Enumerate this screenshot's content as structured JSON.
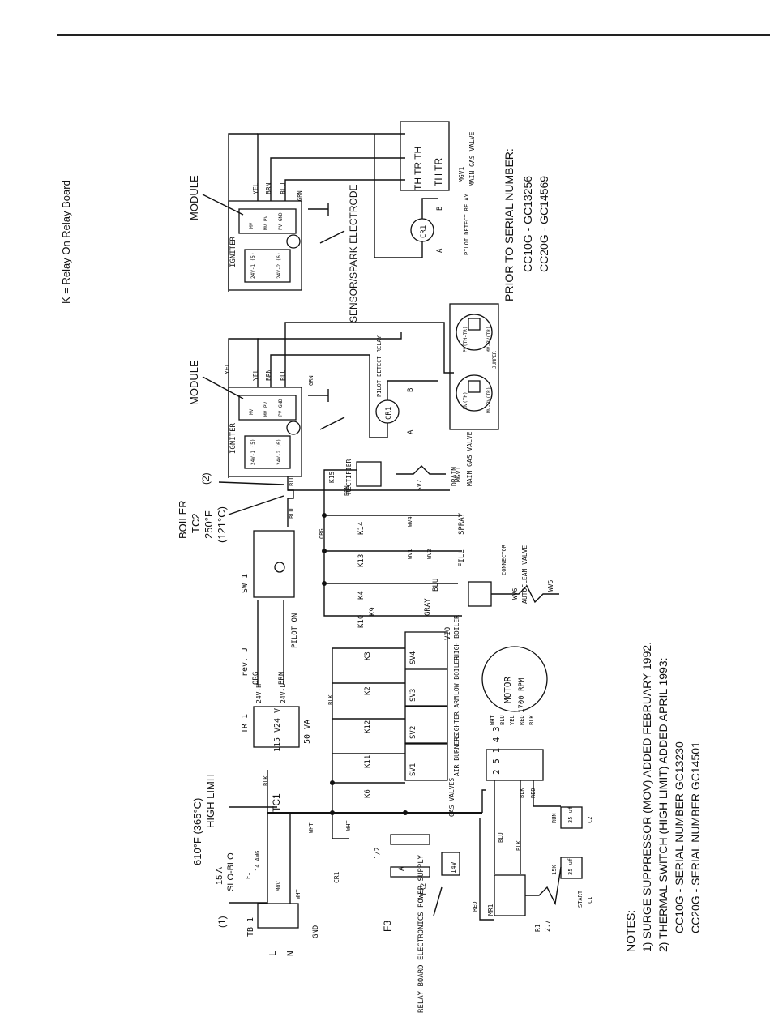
{
  "header": {
    "relay_note": "K = Relay On Relay Board"
  },
  "prior_block": {
    "title": "PRIOR TO SERIAL NUMBER:",
    "line1": "CC10G - GC13256",
    "line2": "CC20G - GC14569"
  },
  "notes": {
    "title": "NOTES:",
    "n1": "1) SURGE SUPPRESSOR (MOV) ADDED FEBRUARY 1992.",
    "n2": "2) THERMAL SWITCH (HIGH LIMIT) ADDED APRIL 1993:",
    "n3": "CC10G - SERIAL NUMBER GC13230",
    "n4": "CC20G - SERIAL NUMBER GC14501"
  },
  "labels": {
    "module": "MODULE",
    "igniter": "IGNITER",
    "yel": "YEL",
    "brn": "BRN",
    "blu": "BLU",
    "grn": "GRN",
    "blk": "BLK",
    "wht": "WHT",
    "red": "RED",
    "org": "ORG",
    "gray": "GRAY",
    "vio": "VIO",
    "mv": "MV",
    "mvpv": "MV PV",
    "pvgnd": "PV GND",
    "v24_1": "24V-1 (5)",
    "v24_2": "24V-2 (6)",
    "mgv1": "MGV1",
    "main_gas_valve": "MAIN GAS VALVE",
    "th": "TH",
    "tr": "TR",
    "th_tr_th": "TH TR TH",
    "th_tr": "TH TR",
    "cr1": "CR1",
    "a": "A",
    "b": "B",
    "pilot_detect_relay": "PILOT DETECT RELAY",
    "sensor_spark": "SENSOR/SPARK ELECTRODE",
    "pv_th_tr": "PV(TH-TR)",
    "mv_pv_tr": "MV-PV(TR)",
    "mv_th": "MV(TH)",
    "jumper": "JUMPER",
    "rectifier": "RECTIFIER",
    "drain": "DRAIN",
    "sv7": "SV7",
    "k15": "K15",
    "marker_2": "(2)",
    "boiler": "BOILER",
    "tc2": "TC2",
    "temp_f2": "250°F",
    "temp_c2": "(121°C)",
    "k14": "K14",
    "k13": "K13",
    "k4": "K4",
    "k10": "K10",
    "k9": "K9",
    "wv4": "WV4",
    "wv1": "WV1",
    "wv2": "WV2",
    "spray": "SPRAY",
    "fill": "FILL",
    "connector": "CONNECTOR",
    "wv6": "WV6",
    "autoclean_valve": "AUTOCLEAN VALVE",
    "wv5": "WV5",
    "sw1": "SW 1",
    "pilot_on": "PILOT ON",
    "rev_j": "rev. J",
    "tr1": "TR 1",
    "v24h": "24V-H",
    "v24l": "24V-L",
    "v24": "24 V",
    "v115": "115 V",
    "va50": "50 VA",
    "k3": "K3",
    "k2": "K2",
    "k12": "K12",
    "k11": "K11",
    "k6": "K6",
    "sv4": "SV4",
    "sv3": "SV3",
    "sv2": "SV2",
    "sv1": "SV1",
    "high_boiler": "HIGH BOILER",
    "low_boiler": "LOW BOILER",
    "lighter_arm": "LIGHTER ARM",
    "air_burners": "AIR BURNERS",
    "gas_valves": "GAS VALVES",
    "motor": "MOTOR",
    "rpm": "1700 RPM",
    "yel2": "YEL",
    "terminals": "2 5 1 4 3",
    "run": "RUN",
    "c2": "C2",
    "uf35": "35 uf",
    "start": "START",
    "c1": "C1",
    "r15k": "15K",
    "r1": "R1",
    "r27": "2.7",
    "mr1": "MR1",
    "tc1": "TC1",
    "temp_f1": "610°F (365°C)",
    "high_limit": "HIGH LIMIT",
    "fuse_15a": "15 A",
    "slo_blo": "SLO-BLO",
    "f1": "F1",
    "awg14": "14 AWG",
    "mov": "MOV",
    "marker_1": "(1)",
    "tb1": "TB 1",
    "gnd": "GND",
    "l": "L",
    "n": "N",
    "cr1b": "CR1",
    "half": "1/2",
    "f3": "F3",
    "tr2": "TR2",
    "v14": "14V",
    "relay_board_ps": "RELAY BOARD ELECTRONICS POWER SUPPLY"
  }
}
